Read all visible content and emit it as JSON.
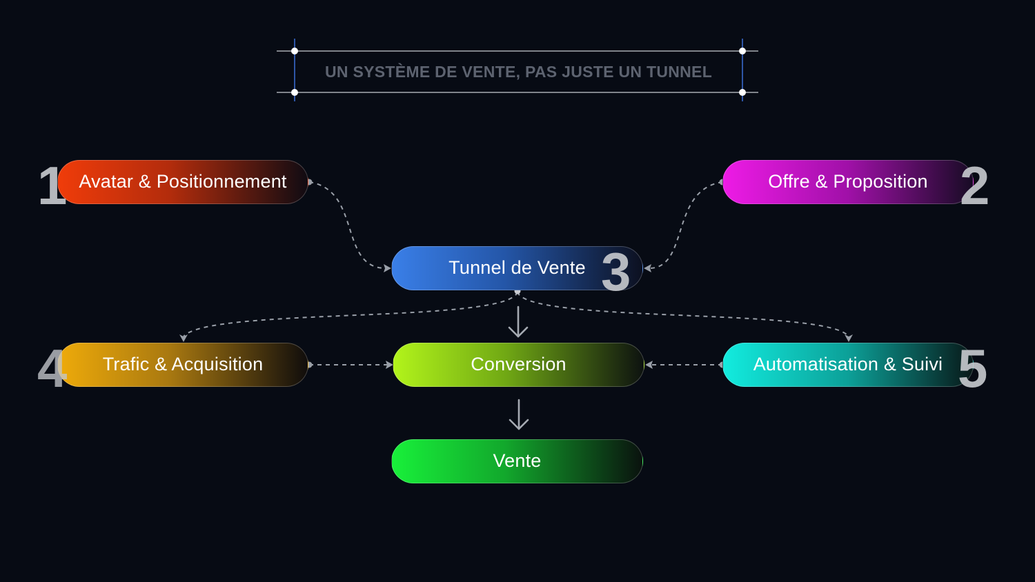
{
  "title": "UN SYSTÈME DE VENTE, PAS JUSTE UN TUNNEL",
  "nodes": {
    "avatar": {
      "label": "Avatar & Positionnement",
      "number": "1"
    },
    "offre": {
      "label": "Offre & Proposition",
      "number": "2"
    },
    "tunnel": {
      "label": "Tunnel de Vente",
      "number": "3"
    },
    "trafic": {
      "label": "Trafic & Acquisition",
      "number": "4"
    },
    "conversion": {
      "label": "Conversion"
    },
    "automatisation": {
      "label": "Automatisation & Suivi",
      "number": "5"
    },
    "vente": {
      "label": "Vente"
    }
  },
  "colors": {
    "background": "#070b14",
    "avatar": "#f03c0a",
    "offre": "#ee1be6",
    "tunnel": "#3a7fe8",
    "trafic": "#efab0a",
    "conversion": "#b2f41b",
    "automatisation": "#12ecdf",
    "vente": "#18f03a"
  }
}
